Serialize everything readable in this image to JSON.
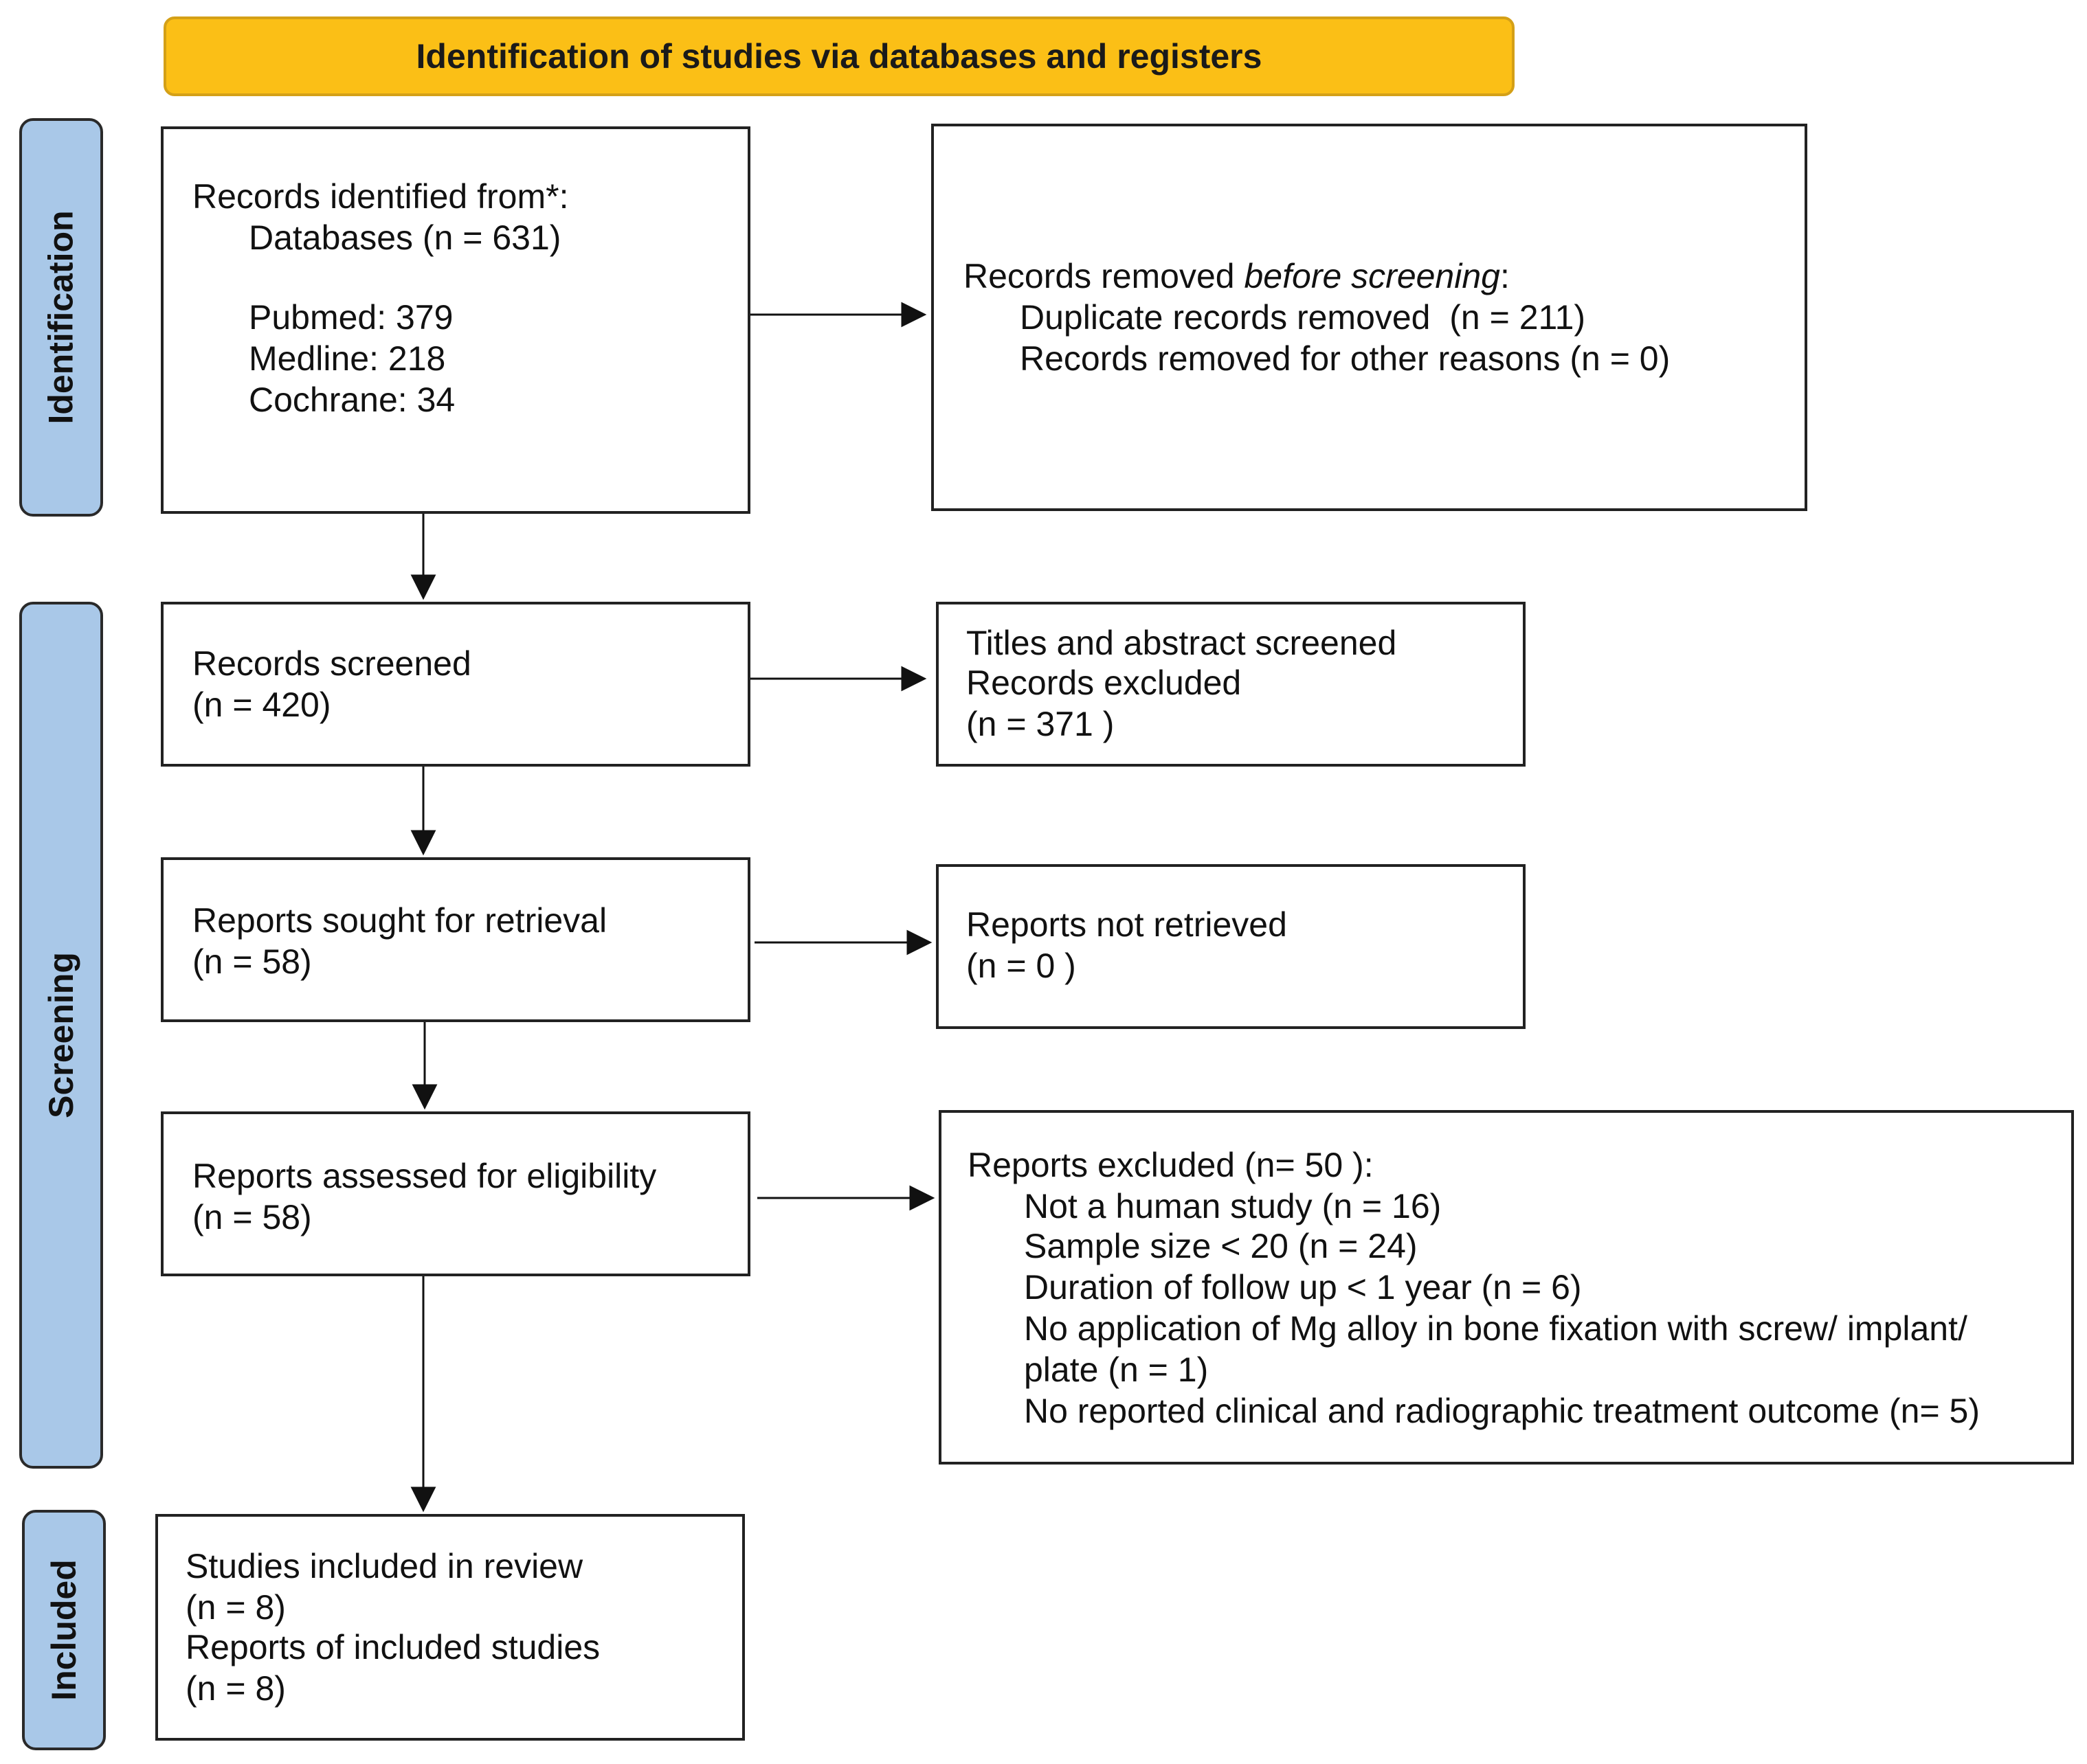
{
  "header": {
    "title": "Identification of studies via databases and registers"
  },
  "phases": {
    "identification": "Identification",
    "screening": "Screening",
    "included": "Included"
  },
  "identified": {
    "line1": "Records identified from*:",
    "line2": "Databases (n = 631)",
    "line3": "Pubmed: 379",
    "line4": "Medline: 218",
    "line5": "Cochrane: 34"
  },
  "removed": {
    "prefix": "Records removed ",
    "italic": "before screening",
    "suffix": ":",
    "line2": "Duplicate records removed  (n = 211)",
    "line3": "Records removed for other reasons (n = 0)"
  },
  "screened": {
    "line1": "Records screened",
    "line2": "(n = 420)"
  },
  "excluded_title": {
    "line1": "Titles and abstract screened",
    "line2": "Records excluded",
    "line3": "(n = 371 )"
  },
  "sought": {
    "line1": "Reports sought for retrieval",
    "line2": "(n = 58)"
  },
  "not_retrieved": {
    "line1": "Reports not retrieved",
    "line2": "(n = 0 )"
  },
  "assessed": {
    "line1": "Reports assessed for eligibility",
    "line2": "(n = 58)"
  },
  "reports_excluded": {
    "line1": "Reports excluded (n= 50 ):",
    "line2": "Not a human study (n = 16)",
    "line3": "Sample size < 20 (n = 24)",
    "line4": "Duration of follow up < 1 year (n = 6)",
    "line5": "No application of Mg alloy in bone fixation with screw/ implant/",
    "line6": "plate (n = 1)",
    "line7": "No reported clinical and radiographic treatment outcome (n= 5)"
  },
  "included": {
    "line1": "Studies included in review",
    "line2": "(n = 8)",
    "line3": "Reports of included studies",
    "line4": "(n = 8)"
  }
}
